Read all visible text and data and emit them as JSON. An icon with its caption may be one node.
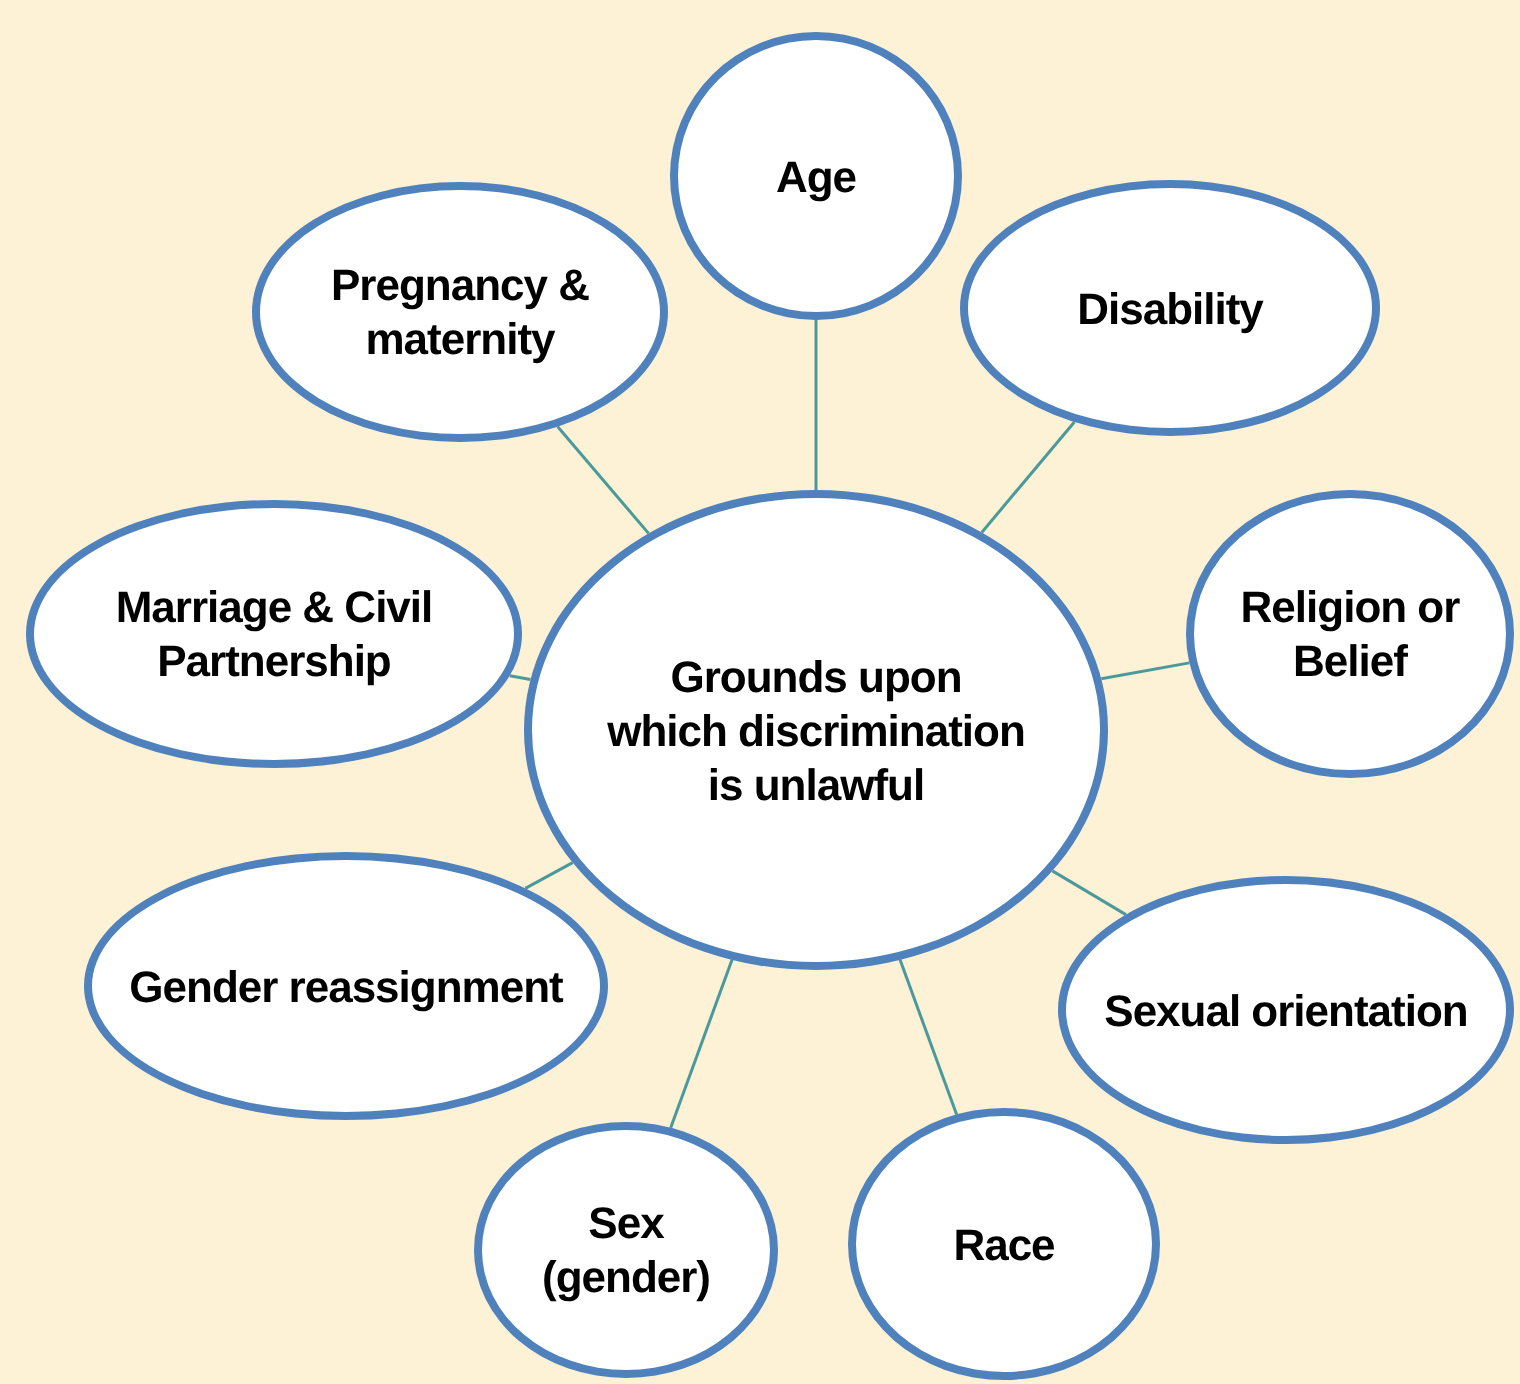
{
  "diagram": {
    "nodes": [
      {
        "text": [
          "Grounds upon which discrimination is unlawful"
        ]
      },
      {
        "text": [
          "Age"
        ]
      },
      {
        "text": [
          "Disability"
        ]
      },
      {
        "text": [
          "Religion or Belief"
        ]
      },
      {
        "text": [
          "Sexual orientation"
        ]
      },
      {
        "text": [
          "Race"
        ]
      },
      {
        "text": [
          "Sex (gender)"
        ]
      },
      {
        "text": [
          "Gender reassignment"
        ]
      },
      {
        "text": [
          "Marriage & Civil Partnership"
        ]
      },
      {
        "text": [
          "Pregnancy & maternity"
        ]
      }
    ],
    "edges": [
      {
        "from": 0,
        "to": 1,
        "arrow": "none"
      },
      {
        "from": 0,
        "to": 2,
        "arrow": "none"
      },
      {
        "from": 0,
        "to": 3,
        "arrow": "none"
      },
      {
        "from": 0,
        "to": 4,
        "arrow": "none"
      },
      {
        "from": 0,
        "to": 5,
        "arrow": "none"
      },
      {
        "from": 0,
        "to": 6,
        "arrow": "none"
      },
      {
        "from": 0,
        "to": 7,
        "arrow": "none"
      },
      {
        "from": 0,
        "to": 8,
        "arrow": "none"
      },
      {
        "from": 0,
        "to": 9,
        "arrow": "none"
      }
    ]
  }
}
